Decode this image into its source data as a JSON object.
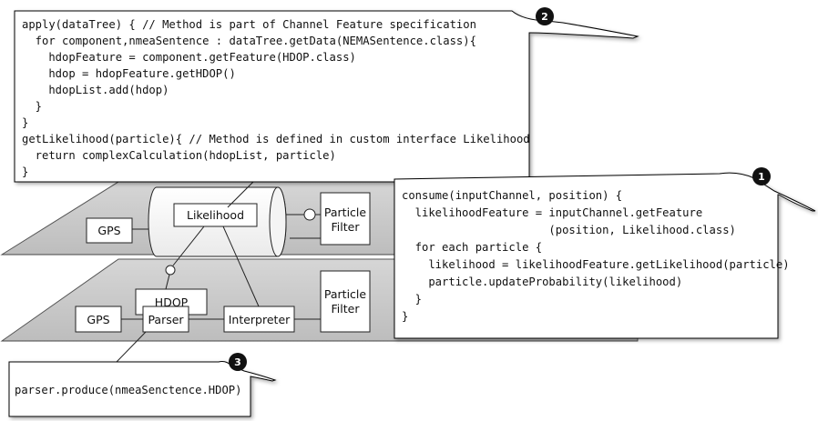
{
  "callouts": {
    "c2": {
      "badge": "2",
      "lines": [
        "apply(dataTree) { // Method is part of Channel Feature specification",
        "  for component,nmeaSentence : dataTree.getData(NEMASentence.class){",
        "    hdopFeature = component.getFeature(HDOP.class)",
        "    hdop = hdopFeature.getHDOP()",
        "    hdopList.add(hdop)",
        "  }",
        "}",
        "getLikelihood(particle){ // Method is defined in custom interface Likelihood",
        "  return complexCalculation(hdopList, particle)",
        "}"
      ]
    },
    "c1": {
      "badge": "1",
      "lines": [
        "consume(inputChannel, position) {",
        "  likelihoodFeature = inputChannel.getFeature",
        "                      (position, Likelihood.class)",
        "  for each particle {",
        "    likelihood = likelihoodFeature.getLikelihood(particle)",
        "    particle.updateProbability(likelihood)",
        "  }",
        "}"
      ]
    },
    "c3": {
      "badge": "3",
      "lines": [
        "parser.produce(nmeaSenctence.HDOP)"
      ]
    }
  },
  "diagram": {
    "upper": {
      "gps": "GPS",
      "likelihood": "Likelihood",
      "particle_filter": [
        "Particle",
        "Filter"
      ]
    },
    "lower": {
      "gps": "GPS",
      "hdop": "HDOP",
      "parser": "Parser",
      "interpreter": "Interpreter",
      "particle_filter": [
        "Particle",
        "Filter"
      ]
    }
  },
  "colors": {
    "plane_fill": "#c9c9c9",
    "plane_fill_light": "#dedede",
    "badge": "#111111",
    "callout_border": "#000000"
  }
}
